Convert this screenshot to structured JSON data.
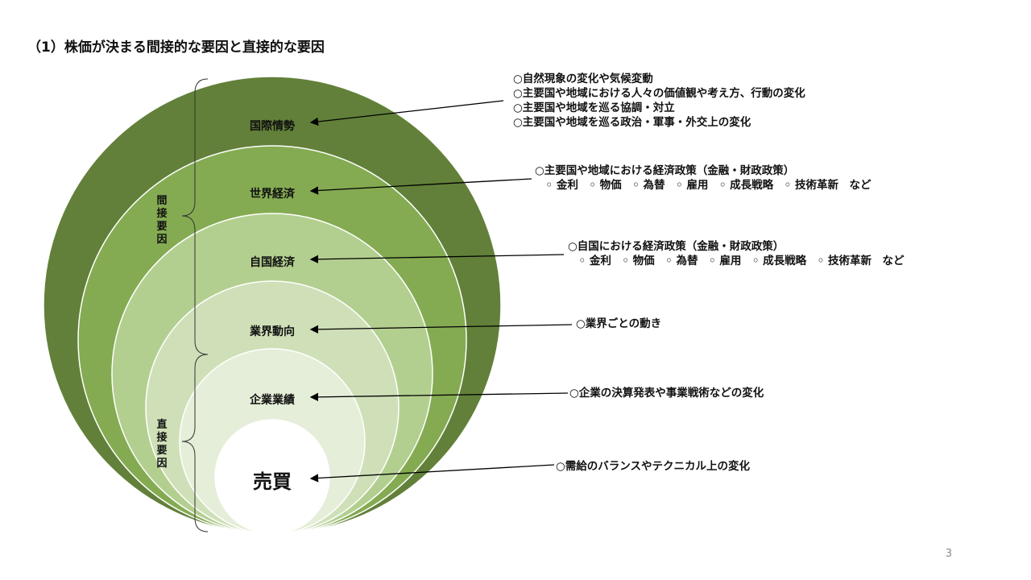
{
  "title": "（1）株価が決まる間接的な要因と直接的な要因",
  "layers": [
    {
      "label": "国際情勢",
      "color": "#628039",
      "desc": [
        "○自然現象の変化や気候変動",
        "○主要国や地域における人々の価値観や考え方、行動の変化",
        "○主要国や地域を巡る協調・対立",
        "○主要国や地域を巡る政治・軍事・外交上の変化"
      ]
    },
    {
      "label": "世界経済",
      "color": "#84ab52",
      "desc": [
        "○主要国や地域における経済政策（金融・財政政策）",
        "　◦ 金利　◦ 物価　◦ 為替　◦ 雇用　◦ 成長戦略　◦ 技術革新　など"
      ]
    },
    {
      "label": "自国経済",
      "color": "#b3cf8f",
      "desc": [
        "○自国における経済政策（金融・財政政策）",
        "　◦ 金利　◦ 物価　◦ 為替　◦ 雇用　◦ 成長戦略　◦ 技術革新　など"
      ]
    },
    {
      "label": "業界動向",
      "color": "#cfe0b8",
      "desc": [
        "○業界ごとの動き"
      ]
    },
    {
      "label": "企業業績",
      "color": "#e5eed8",
      "desc": [
        "○企業の決算発表や事業戦術などの変化"
      ]
    },
    {
      "label": "売買",
      "color": "#ffffff",
      "desc": [
        "○需給のバランスやテクニカル上の変化"
      ]
    }
  ],
  "groups": {
    "indirect": "間接要因",
    "direct": "直接要因"
  },
  "page_number": "3"
}
